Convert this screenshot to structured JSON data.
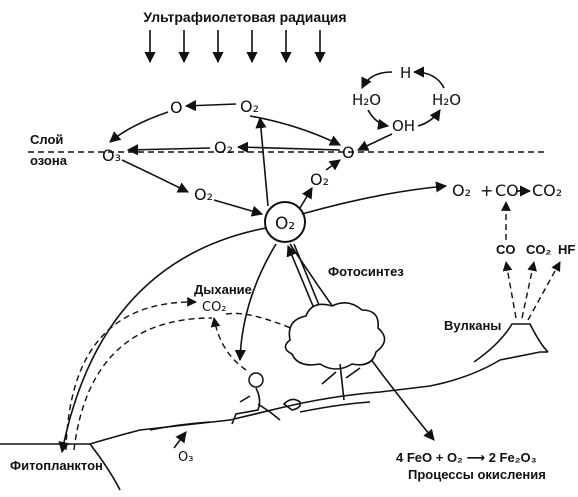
{
  "labels": {
    "uv": "Ультрафиолетовая радиация",
    "ozone_line1": "Слой",
    "ozone_line2": "озона",
    "respiration": "Дыхание",
    "photosynthesis": "Фотосинтез",
    "volcanoes": "Вулканы",
    "phytoplankton": "Фитопланктон",
    "oxidation_eq": "4 FeO + O₂ ⟶ 2 Fe₂O₃",
    "oxidation": "Процессы окисления"
  },
  "species": {
    "o_top": "O",
    "o2_top": "O₂",
    "h": "H",
    "h2o_left": "H₂O",
    "h2o_right": "H₂O",
    "oh": "OH",
    "o3": "O₃",
    "o2_mid": "O₂",
    "o_right": "O",
    "o2_right": "O₂",
    "o2_left_low": "O₂",
    "o2_center": "O₂",
    "co2_resp": "CO₂",
    "o2_eq": "O₂",
    "plus": "+",
    "co_eq": "CO",
    "co2_eq": "CO₂",
    "co_volc": "CO",
    "co2_volc": "CO₂",
    "hf_volc": "HF",
    "o3_ground": "O₃"
  }
}
